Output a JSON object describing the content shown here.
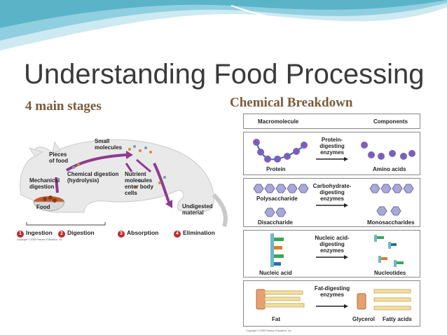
{
  "slide": {
    "title": "Understanding Food Processing",
    "subtitle": "4 main stages",
    "right_title": "Chemical Breakdown"
  },
  "left_figure": {
    "labels": {
      "small_molecules": "Small\nmolecules",
      "pieces_of_food": "Pieces\nof food",
      "chemical_digestion": "Chemical digestion\n(hydrolysis)",
      "mechanical_digestion": "Mechanical\ndigestion",
      "nutrient_molecules": "Nutrient\nmolecules\nenter body\ncells",
      "undigested_material": "Undigested\nmaterial",
      "food": "Food"
    },
    "stages": [
      {
        "num": "1",
        "label": "Ingestion"
      },
      {
        "num": "2",
        "label": "Digestion"
      },
      {
        "num": "3",
        "label": "Absorption"
      },
      {
        "num": "4",
        "label": "Elimination"
      }
    ],
    "copyright": "Copyright © 2008 Pearson Education, Inc."
  },
  "right_figure": {
    "header": {
      "left": "Macromolecule",
      "right": "Components"
    },
    "rows": [
      {
        "enzyme": "Protein-\ndigesting\nenzymes",
        "left": "Protein",
        "right": "Amino acids"
      },
      {
        "enzyme": "Carbohydrate-\ndigesting\nenzymes",
        "left": "Polysaccharide",
        "left2": "Disaccharide",
        "right": "Monosaccharides"
      },
      {
        "enzyme": "Nucleic acid-\ndigesting\nenzymes",
        "left": "Nucleic acid",
        "right": "Nucleotides"
      },
      {
        "enzyme": "Fat-digesting\nenzymes",
        "left": "Fat",
        "right": "Glycerol",
        "right2": "Fatty acids"
      }
    ],
    "copyright": "Copyright © 2008 Pearson Education, Inc."
  },
  "colors": {
    "wave": "#5bb3c8",
    "arrow": "#8e3a8e",
    "stage_number": "#c0262d",
    "molecule": "#7b5fb8"
  }
}
